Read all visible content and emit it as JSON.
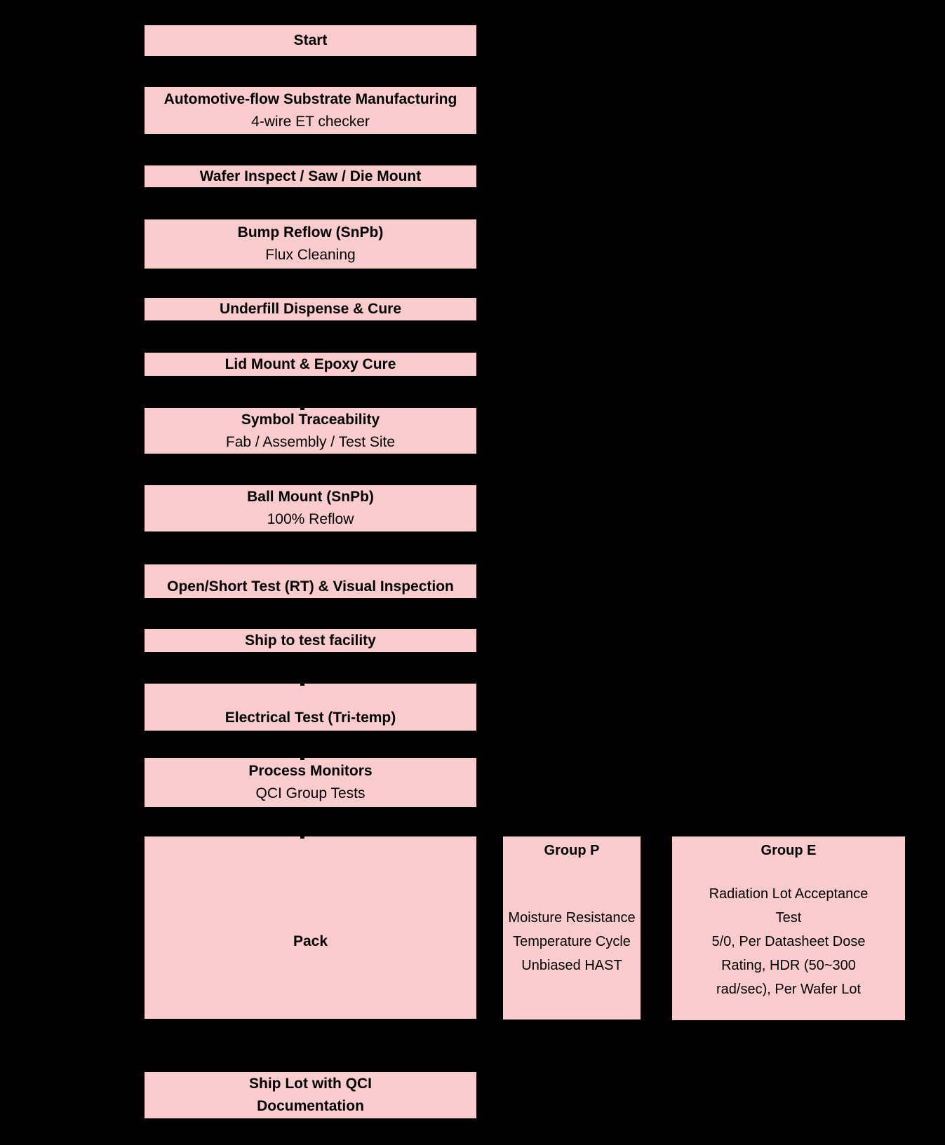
{
  "page": {
    "background_color": "#000000",
    "box_fill_color": "#fbcccd",
    "text_color": "#000000"
  },
  "flow": {
    "boxes": [
      {
        "id": "start",
        "lines": [
          {
            "text": "Start"
          }
        ]
      },
      {
        "id": "substrate-manufacturing",
        "lines": [
          {
            "text": "Automotive-flow Substrate Manufacturing"
          },
          {
            "text": "4-wire ET checker"
          }
        ]
      },
      {
        "id": "wafer-inspect",
        "lines": [
          {
            "text": "Wafer Inspect / Saw / Die Mount"
          }
        ]
      },
      {
        "id": "bump-reflow",
        "lines": [
          {
            "text": "Bump Reflow (SnPb)"
          },
          {
            "text": "Flux Cleaning"
          }
        ]
      },
      {
        "id": "underfill",
        "lines": [
          {
            "text": "Underfill Dispense & Cure"
          }
        ]
      },
      {
        "id": "lid-mount",
        "lines": [
          {
            "text": "Lid Mount & Epoxy Cure"
          }
        ]
      },
      {
        "id": "symbol-traceability",
        "lines": [
          {
            "text": "Symbol Traceability"
          },
          {
            "text": "Fab / Assembly / Test Site"
          }
        ]
      },
      {
        "id": "ball-mount",
        "lines": [
          {
            "text": "Ball Mount (SnPb)"
          },
          {
            "text": "100% Reflow"
          }
        ]
      },
      {
        "id": "open-short-test",
        "lines": [
          {
            "text": "Open/Short Test (RT) & Visual Inspection"
          }
        ]
      },
      {
        "id": "ship-to-test-facility",
        "lines": [
          {
            "text": "Ship to test facility"
          }
        ]
      },
      {
        "id": "electrical-test",
        "lines": [
          {
            "text": "Electrical Test (Tri-temp)"
          }
        ]
      },
      {
        "id": "process-monitors",
        "lines": [
          {
            "text": "Process Monitors"
          },
          {
            "text": "QCI Group Tests"
          }
        ]
      },
      {
        "id": "pack",
        "lines": [
          {
            "text": "Pack"
          }
        ]
      },
      {
        "id": "ship-lot",
        "lines": [
          {
            "text": "Ship Lot with QCI"
          },
          {
            "text": "Documentation"
          }
        ]
      }
    ]
  },
  "qci_groups": [
    {
      "id": "group-p",
      "title": "Group P",
      "body": [
        "Moisture Resistance",
        "Temperature Cycle",
        "Unbiased HAST"
      ]
    },
    {
      "id": "group-e",
      "title": "Group E",
      "body": [
        "Radiation Lot Acceptance Test",
        "5/0, Per Datasheet Dose Rating, HDR (50~300 rad/sec), Per Wafer Lot"
      ]
    }
  ]
}
